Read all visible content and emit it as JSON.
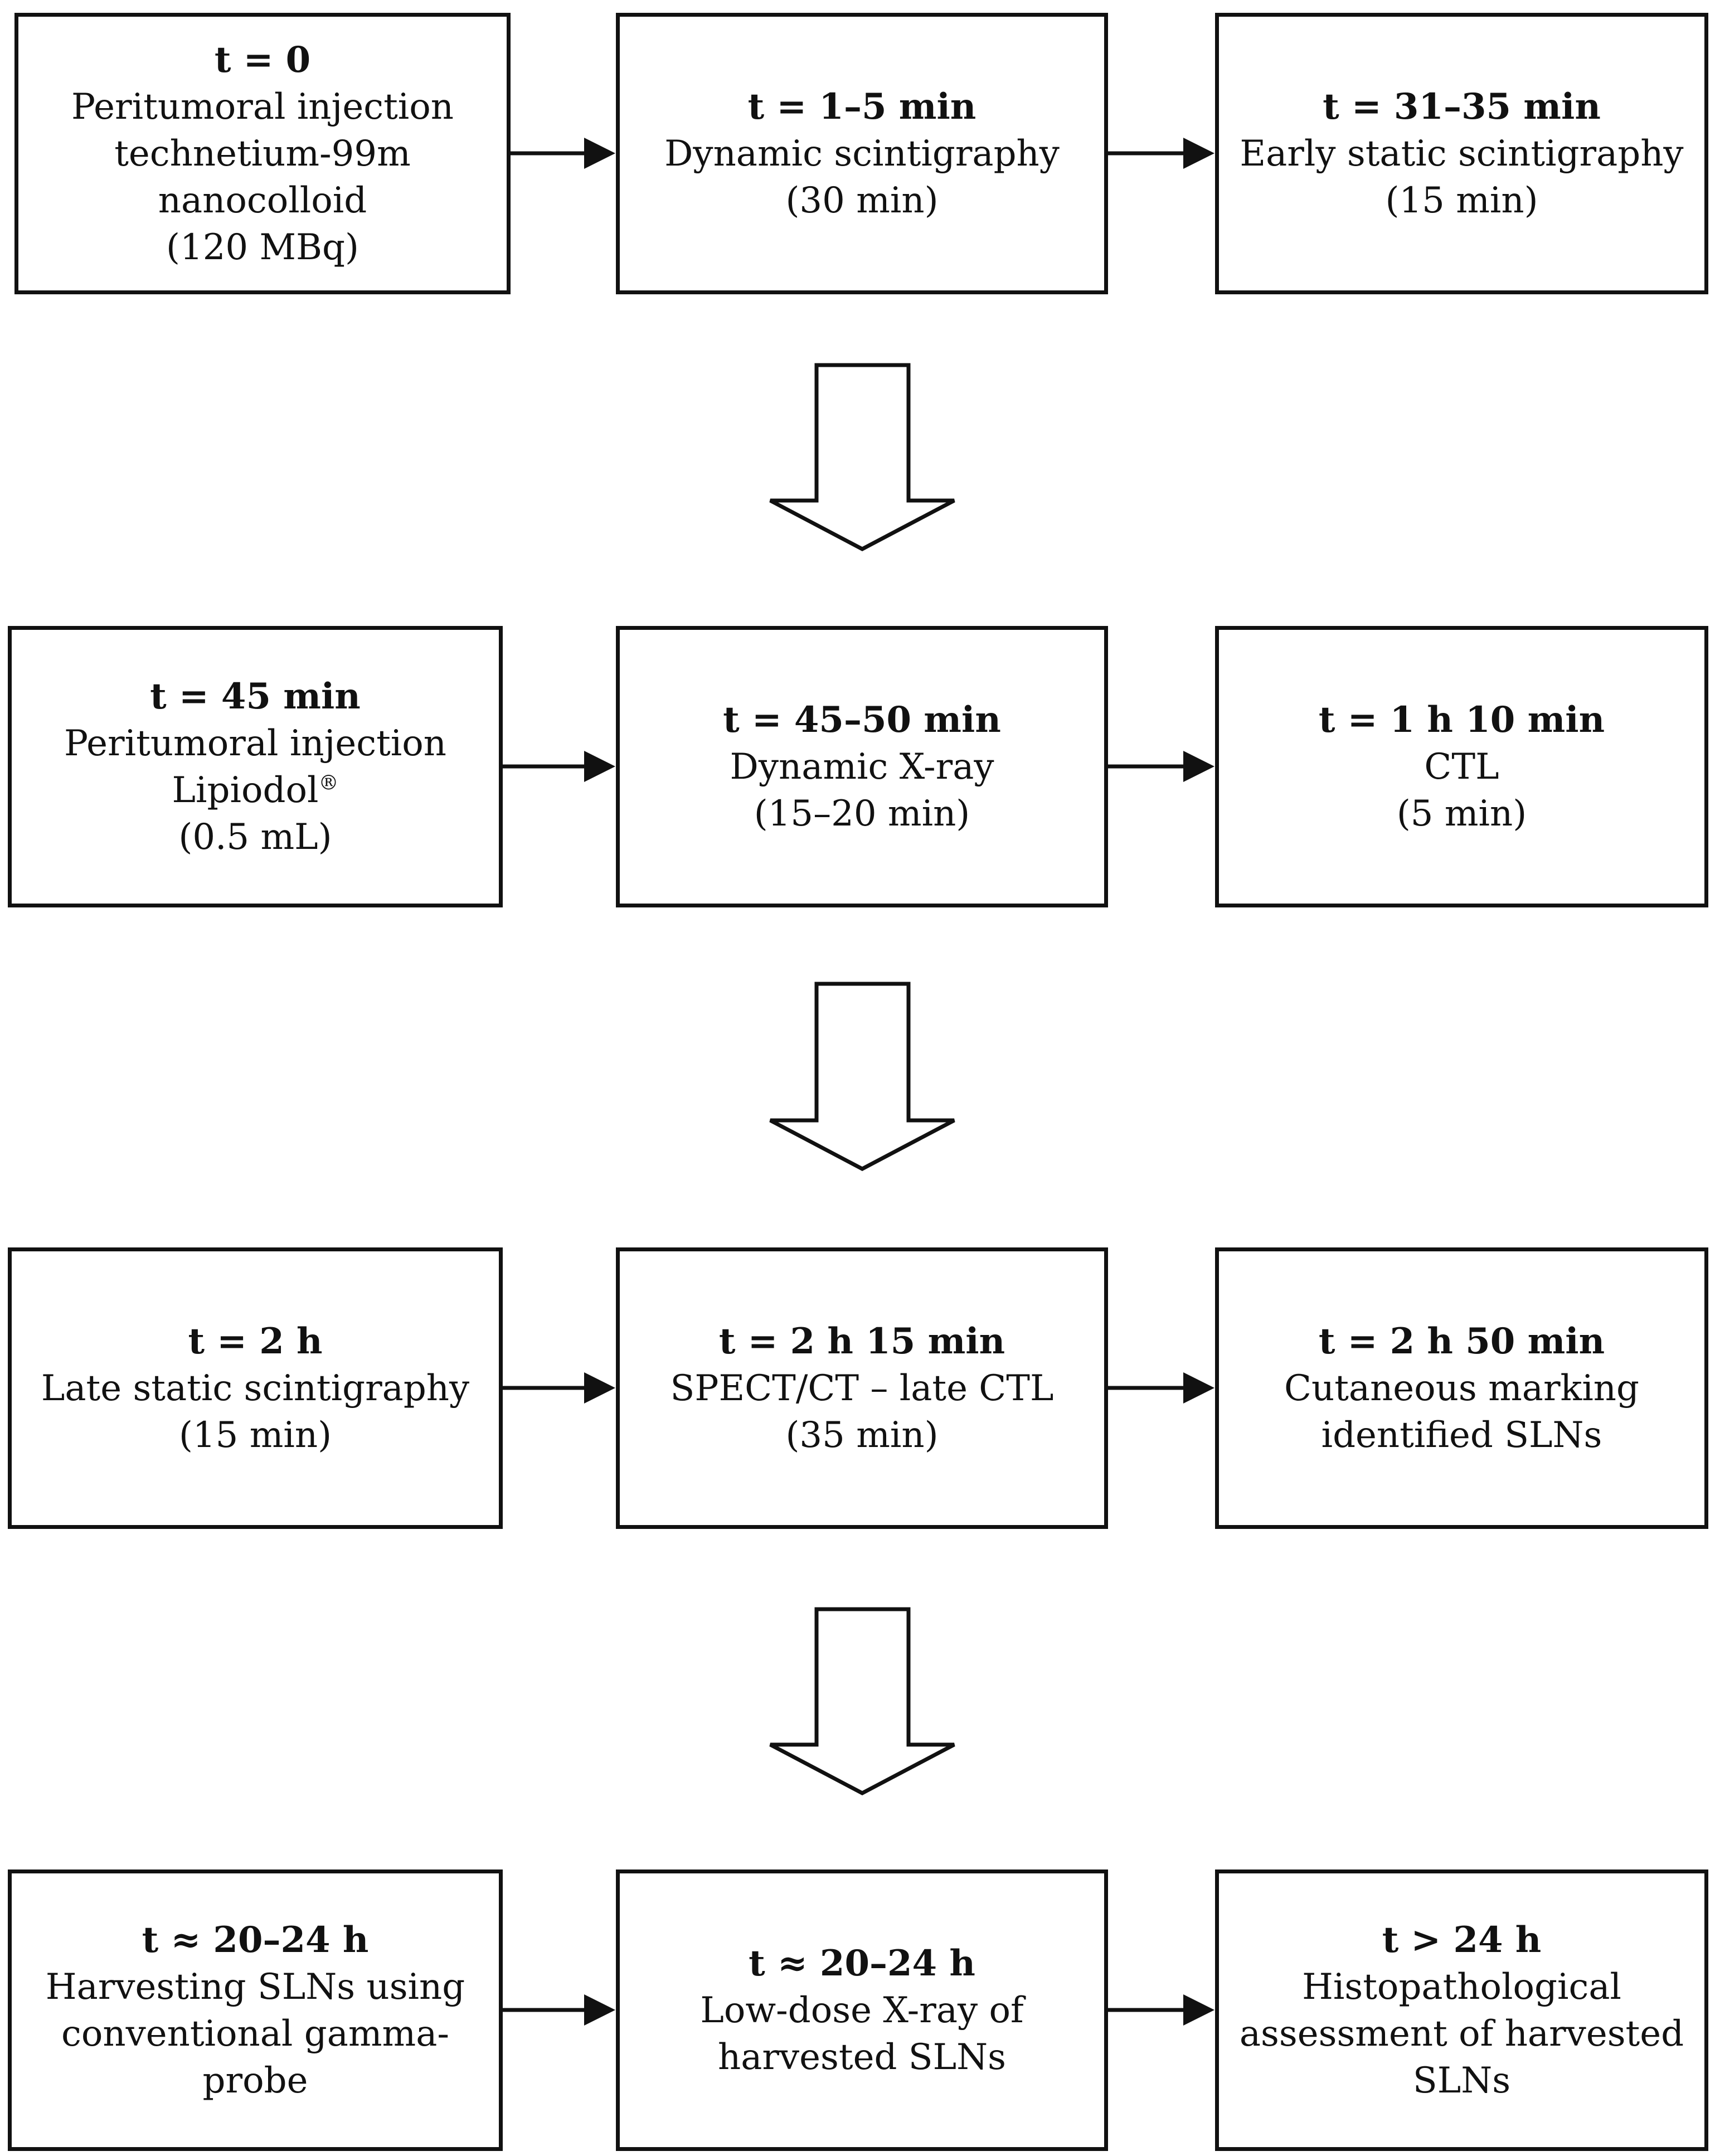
{
  "rows": [
    {
      "boxes": [
        {
          "time": "t = 0",
          "lines": [
            "Peritumoral injection",
            "technetium-99m",
            "nanocolloid",
            "(120 MBq)"
          ]
        },
        {
          "time": "t = 1–5 min",
          "lines": [
            "Dynamic scintigraphy",
            "(30 min)"
          ]
        },
        {
          "time": "t = 31–35 min",
          "lines": [
            "Early static scintigraphy",
            "(15 min)"
          ]
        }
      ]
    },
    {
      "boxes": [
        {
          "time": "t = 45 min",
          "lines": [
            "Peritumoral injection",
            "Lipiodol",
            "(0.5 mL)"
          ],
          "superscript": "®"
        },
        {
          "time": "t = 45–50 min",
          "lines": [
            "Dynamic X-ray",
            "(15–20 min)"
          ]
        },
        {
          "time": "t = 1 h 10 min",
          "lines": [
            "CTL",
            "(5 min)"
          ]
        }
      ]
    },
    {
      "boxes": [
        {
          "time": "t = 2 h",
          "lines": [
            "Late static scintigraphy",
            "(15 min)"
          ]
        },
        {
          "time": "t = 2 h 15 min",
          "lines": [
            "SPECT/CT – late CTL",
            "(35 min)"
          ]
        },
        {
          "time": "t = 2 h 50 min",
          "lines": [
            "Cutaneous marking",
            "identified SLNs"
          ]
        }
      ]
    },
    {
      "boxes": [
        {
          "time": "t ≈ 20–24 h",
          "lines": [
            "Harvesting SLNs using",
            "conventional gamma-",
            "probe"
          ]
        },
        {
          "time": "t ≈ 20–24 h",
          "lines": [
            "Low-dose X-ray of",
            "harvested SLNs"
          ]
        },
        {
          "time": "t > 24 h",
          "lines": [
            "Histopathological",
            "assessment of harvested",
            "SLNs"
          ]
        }
      ]
    }
  ]
}
